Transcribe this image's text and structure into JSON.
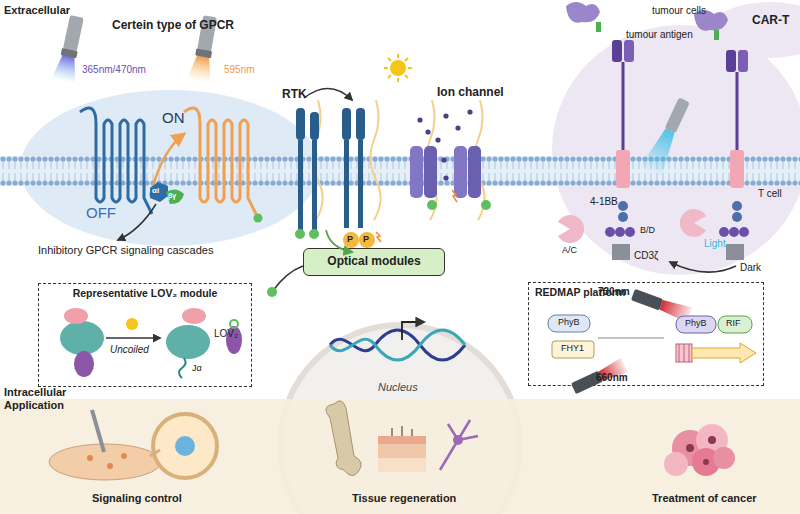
{
  "diagram": {
    "nodes": [
      {
        "text": [
          "Optical modules"
        ]
      },
      {
        "text": [
          "Representative LOV₂ module"
        ]
      },
      {
        "text": [
          "REDMAP platform"
        ]
      },
      {
        "text": [
          "Application"
        ]
      }
    ],
    "labels": [
      "Extracellular",
      "Certein type of GPCR",
      "365nm/470nm",
      "595nm",
      "OFF",
      "ON",
      "αi",
      "βγ",
      "Inhibitory GPCR signaling cascades",
      "RTK",
      "P",
      "P",
      "Ion channel",
      "CAR-T",
      "tumour cells",
      "tumour antigen",
      "T cell",
      "4-1BB",
      "A/C",
      "B/D",
      "CD3ζ",
      "Light",
      "Dark",
      "Uncoiled",
      "LOV₂",
      "Jα",
      "Nucleus",
      "730nm",
      "660nm",
      "PhyB",
      "FHY1",
      "PhyB",
      "RIF",
      "Intracellular",
      "Signaling control",
      "Tissue regeneration",
      "Treatment of cancer"
    ]
  }
}
